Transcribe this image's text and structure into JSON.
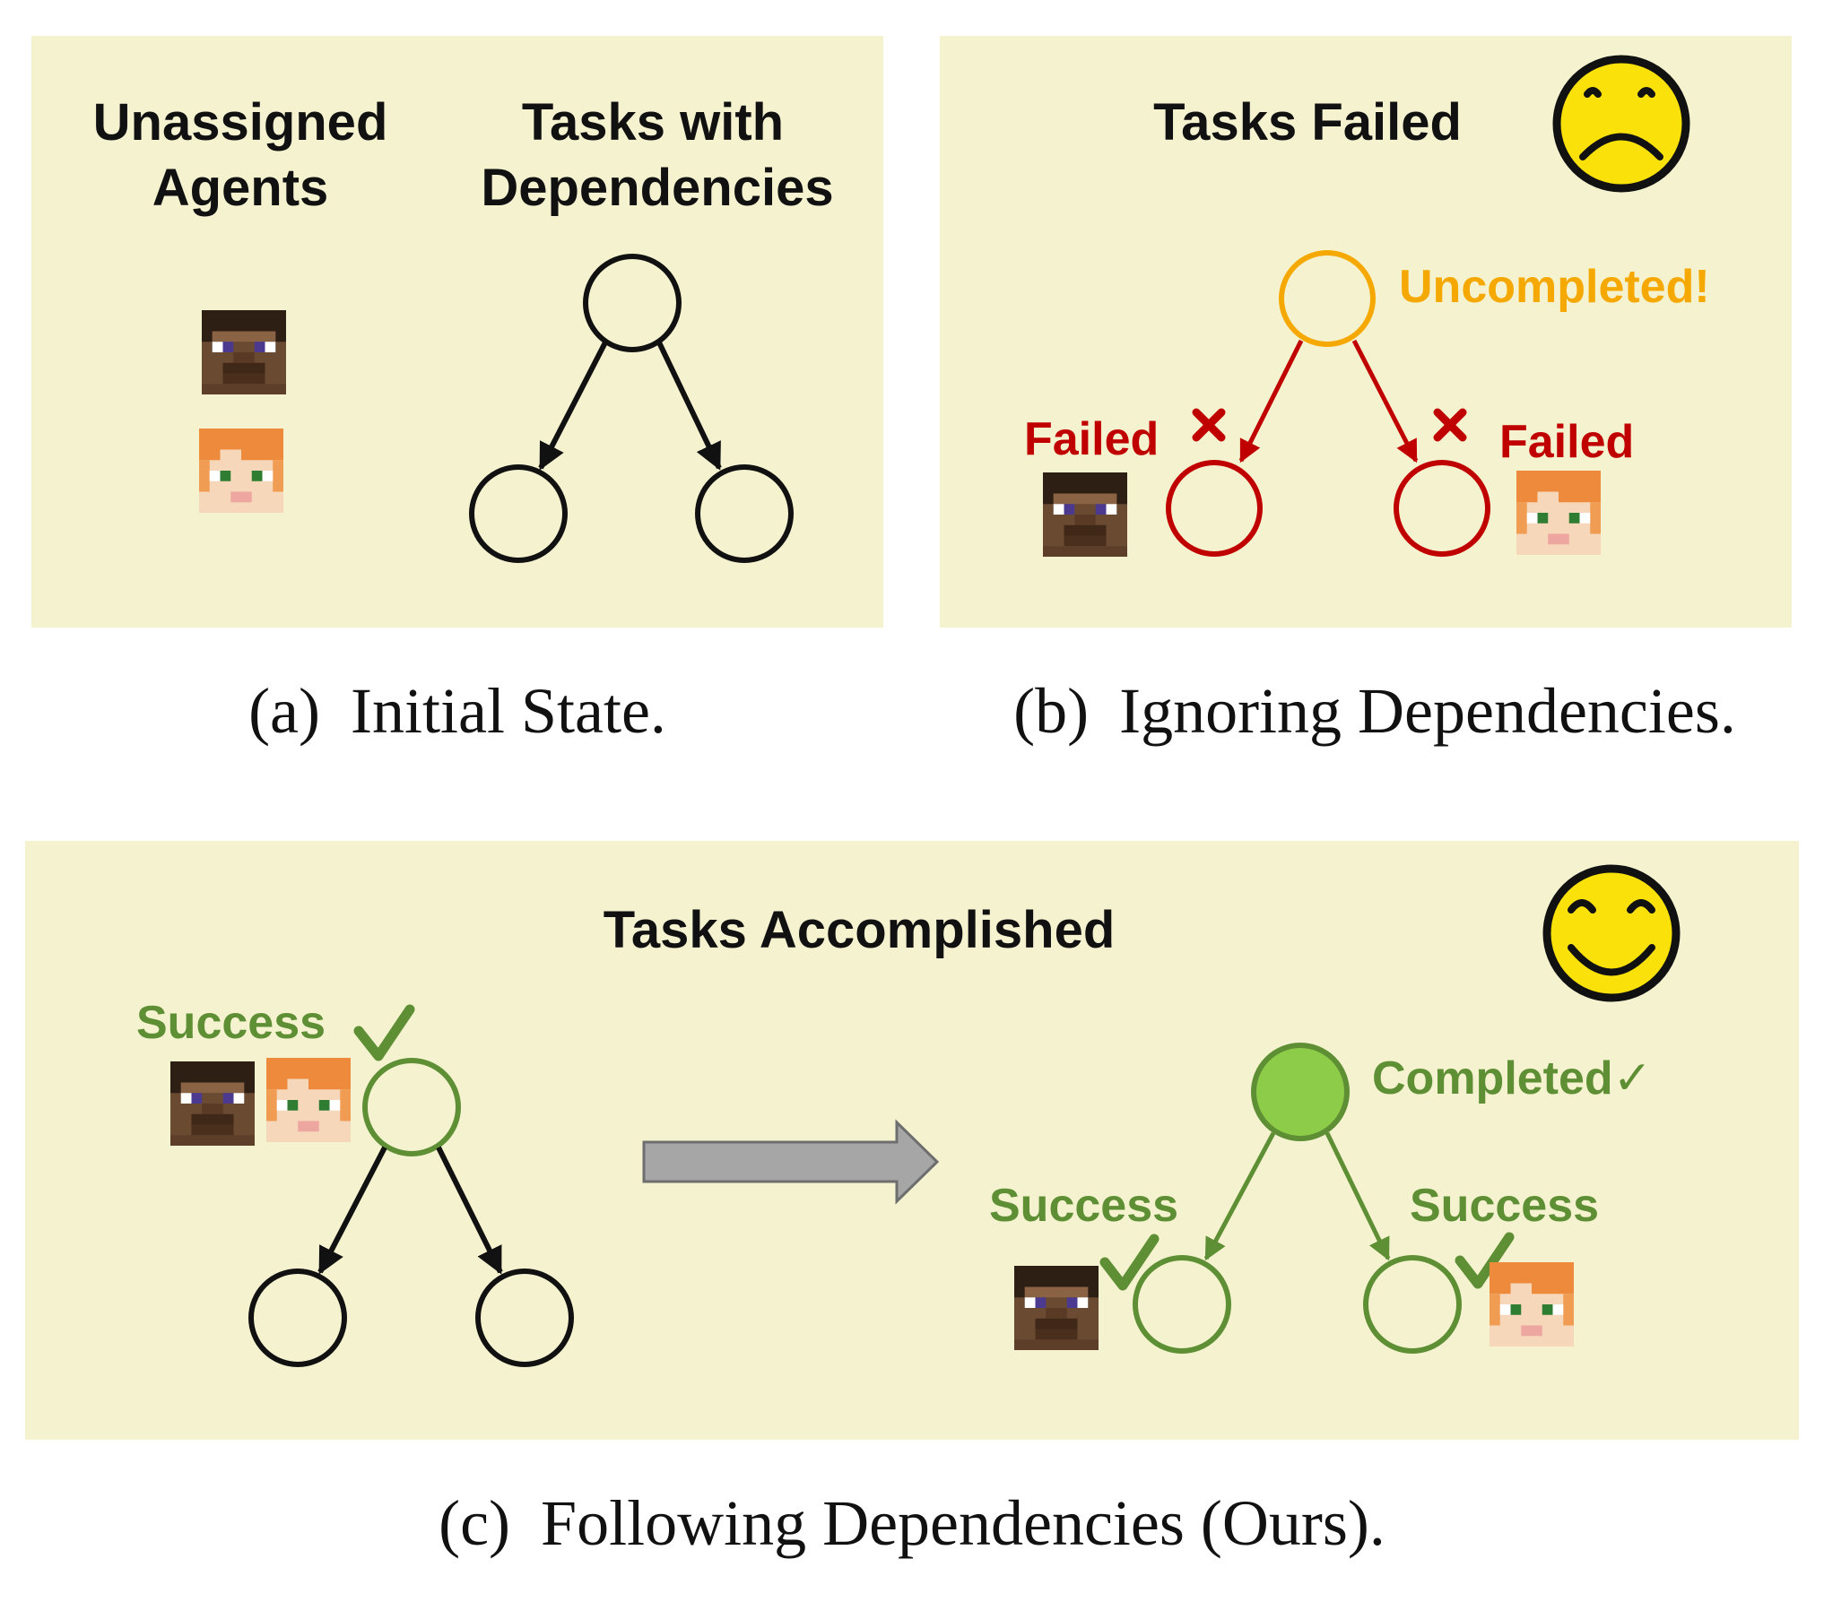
{
  "colors": {
    "panel_bg": "#f5f2d0",
    "black": "#111111",
    "orange": "#f5a900",
    "red": "#c00000",
    "green": "#5e8f34",
    "green_fill": "#8dcc48",
    "arrow_gray": "#a6a6a6",
    "face_yellow": "#fbe10a"
  },
  "panel_a": {
    "heading_agents_line1": "Unassigned",
    "heading_agents_line2": "Agents",
    "heading_tasks_line1": "Tasks with",
    "heading_tasks_line2": "Dependencies"
  },
  "panel_b": {
    "heading": "Tasks Failed",
    "top_label": "Uncompleted!",
    "left_label": "Failed",
    "right_label": "Failed",
    "face_icon": "sad-face-icon",
    "mark_icon": "cross-mark-icon"
  },
  "panel_c": {
    "heading": "Tasks Accomplished",
    "before_label": "Success",
    "top_label": "Completed✓",
    "left_label": "Success",
    "right_label": "Success",
    "face_icon": "smiling-face-icon",
    "mark_icon": "check-mark-icon"
  },
  "captions": {
    "a_label": "(a)",
    "a_text": "Initial State.",
    "b_label": "(b)",
    "b_text": "Ignoring Dependencies.",
    "c_label": "(c)",
    "c_text": "Following Dependencies (Ours)."
  }
}
